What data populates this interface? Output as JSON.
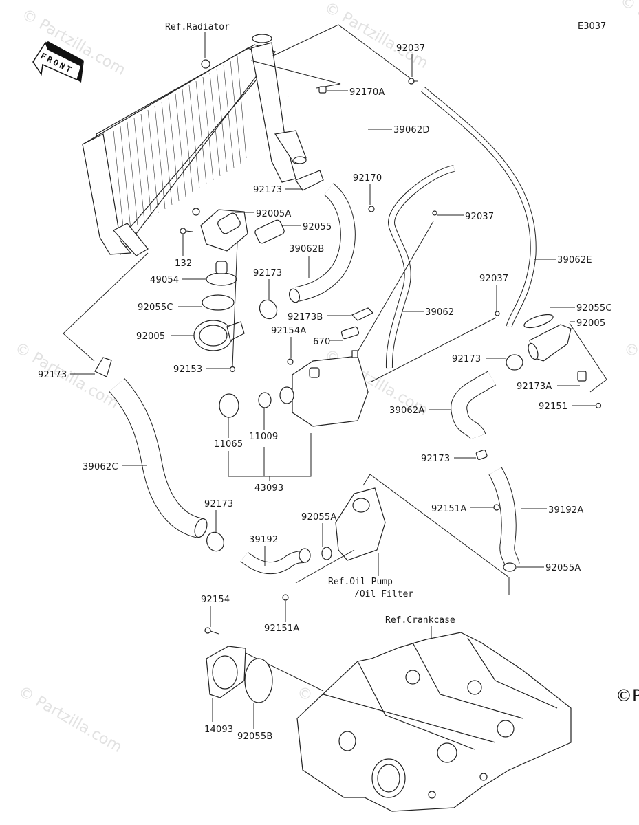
{
  "diagram": {
    "code": "E3037",
    "front_label": "FRONT",
    "watermark": "© Partzilla.com",
    "copyright_fragment": "©P",
    "references": {
      "radiator": "Ref.Radiator",
      "oil_pump_line1": "Ref.Oil Pump",
      "oil_pump_line2": "/Oil Filter",
      "crankcase": "Ref.Crankcase"
    },
    "parts": {
      "p92037_top": "92037",
      "p92170A": "92170A",
      "p39062D": "39062D",
      "p92173_a": "92173",
      "p92170": "92170",
      "p92005A": "92005A",
      "p92055": "92055",
      "p92037_mid": "92037",
      "p132": "132",
      "p39062B": "39062B",
      "p39062E": "39062E",
      "p49054": "49054",
      "p92173_b": "92173",
      "p92055C_left": "92055C",
      "p92037_right": "92037",
      "p92173B": "92173B",
      "p39062": "39062",
      "p92055C_right": "92055C",
      "p92005_left": "92005",
      "p92154A": "92154A",
      "p670": "670",
      "p92005_right": "92005",
      "p92173_c": "92173",
      "p92153": "92153",
      "p92173_d": "92173",
      "p92173A": "92173A",
      "p39062A": "39062A",
      "p92151": "92151",
      "p11065": "11065",
      "p11009": "11009",
      "p92173_e": "92173",
      "p39062C": "39062C",
      "p43093": "43093",
      "p92173_f": "92173",
      "p92151A_right": "92151A",
      "p39192A": "39192A",
      "p92055A_mid": "92055A",
      "p39192": "39192",
      "p92055A_right": "92055A",
      "p92154": "92154",
      "p92151A_bottom": "92151A",
      "p14093": "14093",
      "p92055B": "92055B"
    }
  }
}
